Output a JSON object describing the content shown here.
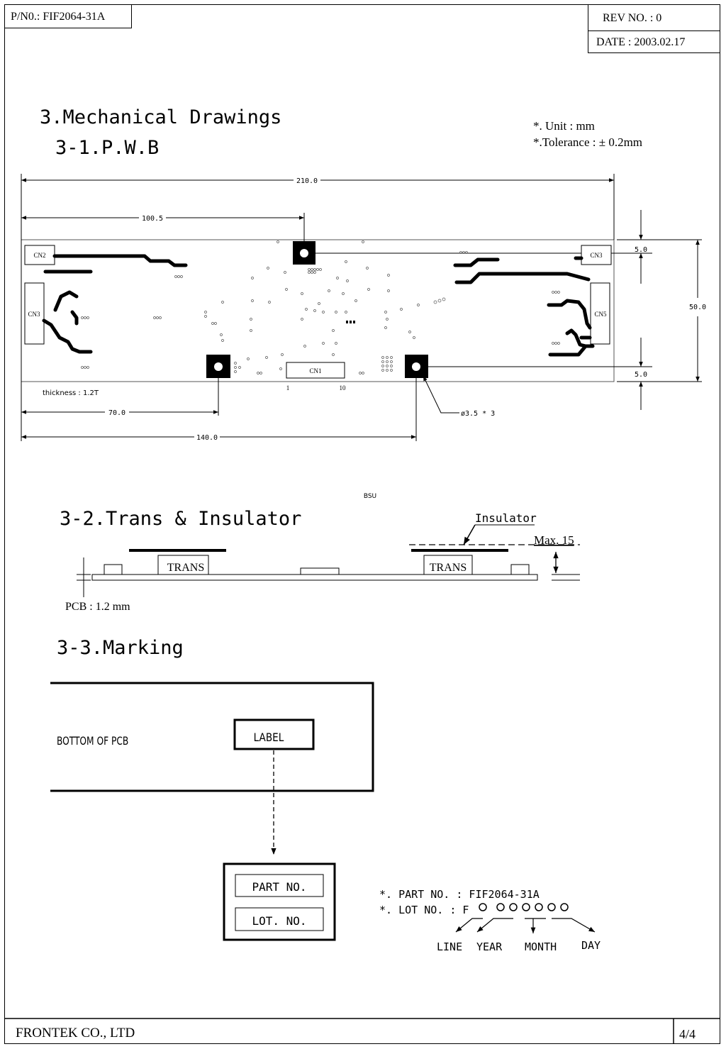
{
  "header": {
    "part_no": "P/N0.: FIF2064-31A",
    "rev_no": "REV NO. : 0",
    "date": "DATE : 2003.02.17"
  },
  "section_titles": {
    "main": "3.Mechanical Drawings",
    "pwb": "3-1.P.W.B",
    "trans": "3-2.Trans & Insulator",
    "marking": "3-3.Marking"
  },
  "notes": {
    "unit": "*. Unit : mm",
    "tolerance": "*.Tolerance : ± 0.2mm"
  },
  "pwb": {
    "dim_total": "210.0",
    "dim_100": "100.5",
    "dim_70": "70.0",
    "dim_140": "140.0",
    "dim_top": "5.0",
    "dim_bottom": "5.0",
    "dim_height": "50.0",
    "hole_note": "ø3.5 * 3",
    "thickness": "thickness : 1.2T",
    "cn1": "CN1",
    "cn2": "CN2",
    "cn3_left": "CN3",
    "cn3_right": "CN3",
    "cn5": "CN5",
    "pin_1": "1",
    "pin_10": "10",
    "bsu": "BSU"
  },
  "trans": {
    "insulator": "Insulator",
    "max": "Max. 15",
    "trans_left": "TRANS",
    "trans_right": "TRANS",
    "pcb_thickness": "PCB : 1.2 mm"
  },
  "marking": {
    "bottom_of_pcb": "BOTTOM OF PCB",
    "label": "LABEL",
    "part_no_box": "PART NO.",
    "lot_no_box": "LOT. NO.",
    "part_no_line": "*. PART NO. : FIF2064-31A",
    "lot_no_line": "*. LOT NO. : F",
    "line": "LINE",
    "year": "YEAR",
    "month": "MONTH",
    "day": "DAY"
  },
  "footer": {
    "company": "FRONTEK CO., LTD",
    "page": "4/4"
  }
}
